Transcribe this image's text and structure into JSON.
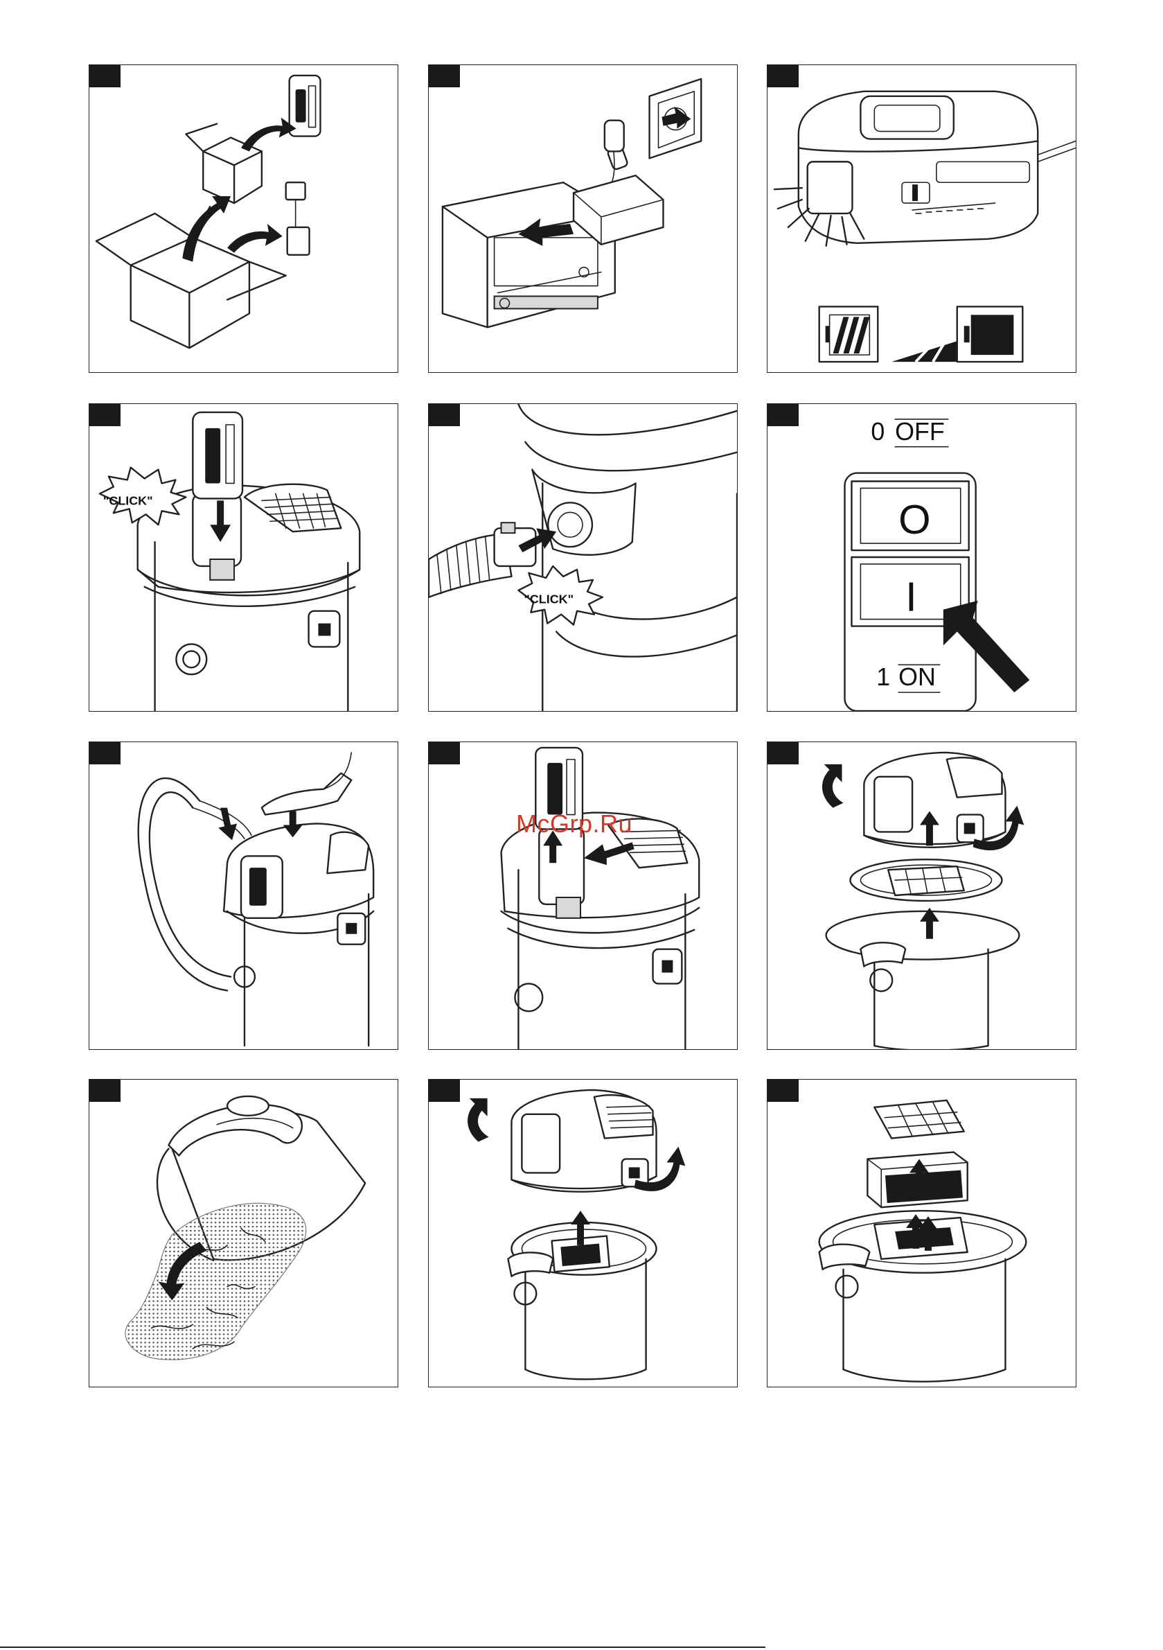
{
  "panel4": {
    "click_label": "\"CLICK\""
  },
  "panel5": {
    "click_label": "\"CLICK\""
  },
  "panel6": {
    "off_prefix": "0",
    "off_word": "OFF",
    "switch_top": "O",
    "switch_bottom": "I",
    "on_prefix": "1",
    "on_word": "ON"
  },
  "watermark": {
    "text": "McGrp.Ru"
  }
}
